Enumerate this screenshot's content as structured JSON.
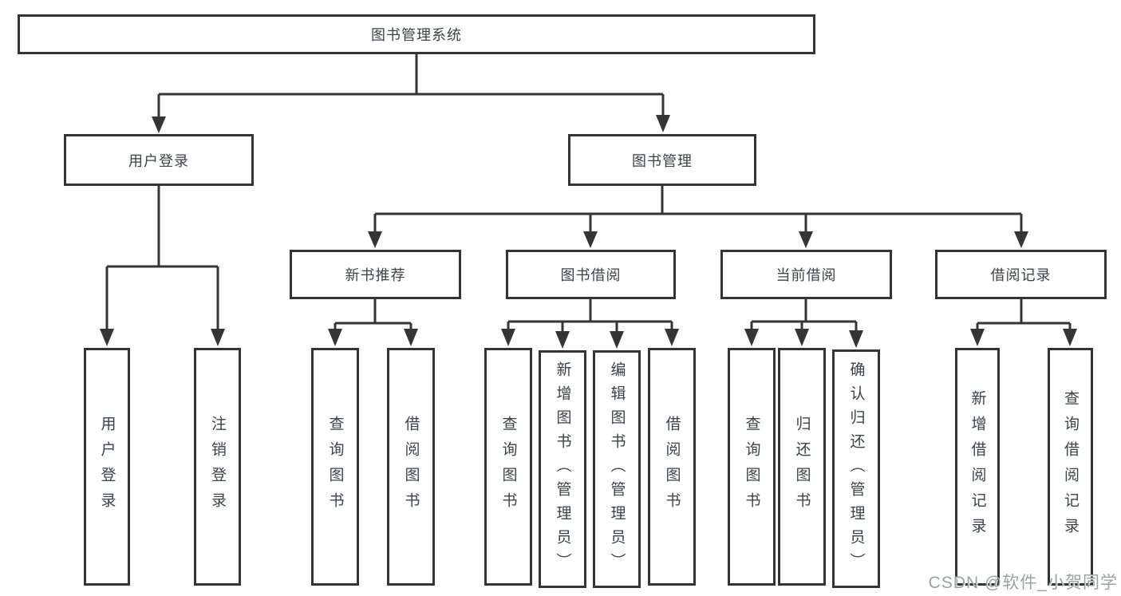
{
  "diagram": {
    "title": "图书管理系统",
    "root": {
      "label": "图书管理系统"
    },
    "level1": [
      {
        "label": "用户登录",
        "children": [
          "用户登录",
          "注销登录"
        ]
      },
      {
        "label": "图书管理",
        "children": [
          "新书推荐",
          "图书借阅",
          "当前借阅",
          "借阅记录"
        ]
      }
    ],
    "level2": [
      {
        "label": "新书推荐",
        "children": [
          "查询图书",
          "借阅图书"
        ]
      },
      {
        "label": "图书借阅",
        "children": [
          "查询图书",
          "新增图书（管理员）",
          "编辑图书（管理员）",
          "借阅图书"
        ]
      },
      {
        "label": "当前借阅",
        "children": [
          "查询图书",
          "归还图书",
          "确认归还（管理员）"
        ]
      },
      {
        "label": "借阅记录",
        "children": [
          "新增借阅记录",
          "查询借阅记录"
        ]
      }
    ],
    "leaves": [
      "用户登录",
      "注销登录",
      "查询图书",
      "借阅图书",
      "查询图书",
      "新增图书（管理员）",
      "编辑图书（管理员）",
      "借阅图书",
      "查询图书",
      "归还图书",
      "确认归还（管理员）",
      "新增借阅记录",
      "查询借阅记录"
    ]
  },
  "watermark": "CSDN @软件_小贺同学",
  "colors": {
    "background": "#ffffff",
    "line": "#353535",
    "box_border": "#343434",
    "text": "#3e4247",
    "watermark": "#9da0a3"
  }
}
